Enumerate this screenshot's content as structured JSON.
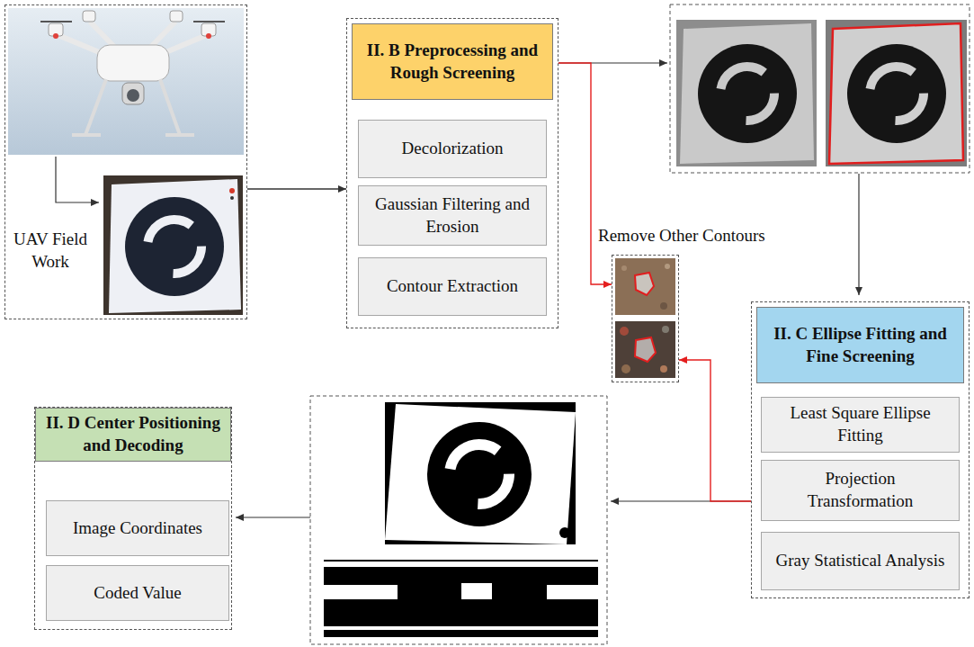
{
  "diagram": {
    "nodes": [
      {
        "text": [
          "UAV Field Work"
        ]
      },
      {
        "text": [
          "II. B Preprocessing and Rough Screening"
        ]
      },
      {
        "text": [
          "Decolorization"
        ],
        "in": 1
      },
      {
        "text": [
          "Gaussian Filtering and Erosion"
        ],
        "in": 1
      },
      {
        "text": [
          "Contour Extraction"
        ],
        "in": 1
      },
      {
        "text": [
          "Remove Other Contours"
        ]
      },
      {
        "text": [
          "II. C Ellipse Fitting and Fine Screening"
        ]
      },
      {
        "text": [
          "Least Square Ellipse Fitting"
        ],
        "in": 6
      },
      {
        "text": [
          "Projection Transformation"
        ],
        "in": 6
      },
      {
        "text": [
          "Gray Statistical Analysis"
        ],
        "in": 6
      },
      {
        "text": [
          "II. D Center Positioning and Decoding"
        ]
      },
      {
        "text": [
          "Image Coordinates"
        ],
        "in": 10
      },
      {
        "text": [
          "Coded Value"
        ],
        "in": 10
      }
    ],
    "edges": [
      {
        "from": 0,
        "to": 1,
        "arrow": "to"
      },
      {
        "from": 1,
        "to": 5,
        "arrow": "to"
      },
      {
        "from": 6,
        "to": 5,
        "arrow": "to"
      }
    ]
  }
}
